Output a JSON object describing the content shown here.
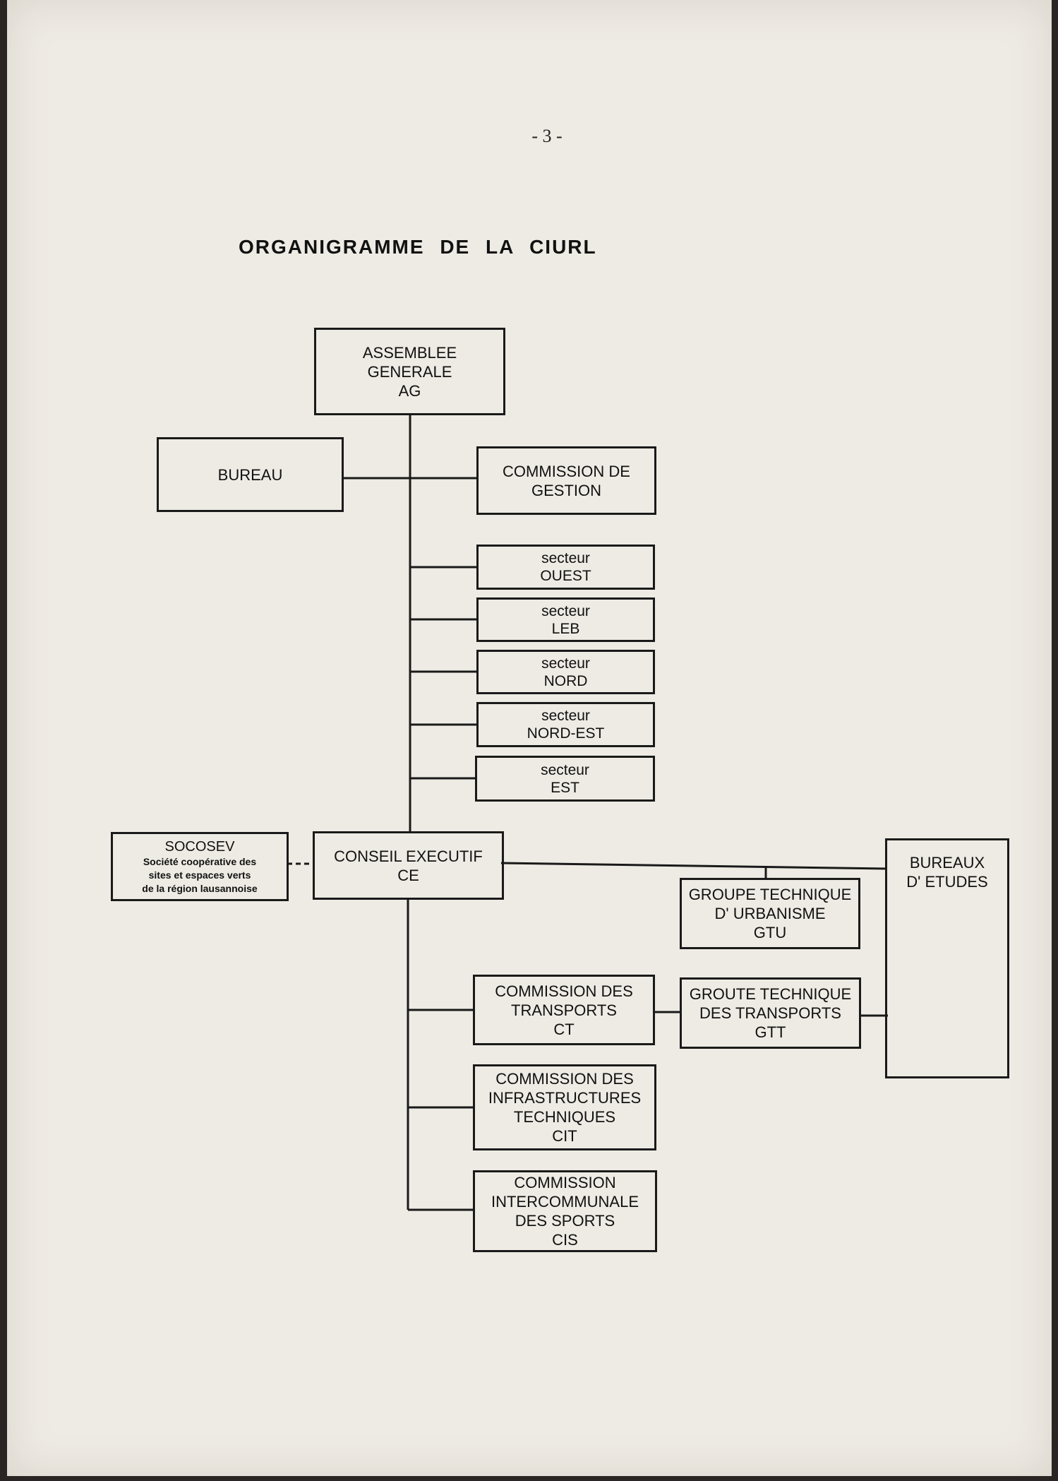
{
  "page": {
    "number": "- 3 -",
    "title": "ORGANIGRAMME DE LA CIURL"
  },
  "nodes": {
    "ag": [
      "ASSEMBLEE",
      "GENERALE",
      "AG"
    ],
    "bureau": [
      "BUREAU"
    ],
    "commission_gestion": [
      "COMMISSION DE",
      "GESTION"
    ],
    "secteur_ouest": [
      "secteur",
      "OUEST"
    ],
    "secteur_leb": [
      "secteur",
      "LEB"
    ],
    "secteur_nord": [
      "secteur",
      "NORD"
    ],
    "secteur_nord_est": [
      "secteur",
      "NORD-EST"
    ],
    "secteur_est": [
      "secteur",
      "EST"
    ],
    "socosev": {
      "name": "SOCOSEV",
      "description": [
        "Société coopérative des",
        "sites et espaces verts",
        "de la région lausannoise"
      ]
    },
    "ce": [
      "CONSEIL EXECUTIF",
      "CE"
    ],
    "bureaux_etudes": [
      "BUREAUX",
      "D' ETUDES"
    ],
    "gtu": [
      "GROUPE TECHNIQUE",
      "D' URBANISME",
      "GTU"
    ],
    "ct": [
      "COMMISSION DES",
      "TRANSPORTS",
      "CT"
    ],
    "gtt": [
      "GROUTE TECHNIQUE",
      "DES TRANSPORTS",
      "GTT"
    ],
    "cit": [
      "COMMISSION DES",
      "INFRASTRUCTURES",
      "TECHNIQUES",
      "CIT"
    ],
    "cis": [
      "COMMISSION",
      "INTERCOMMUNALE",
      "DES SPORTS",
      "CIS"
    ]
  },
  "colors": {
    "paper": "#eeebe4",
    "ink": "#1a1a1a",
    "background": "#2a2522"
  }
}
